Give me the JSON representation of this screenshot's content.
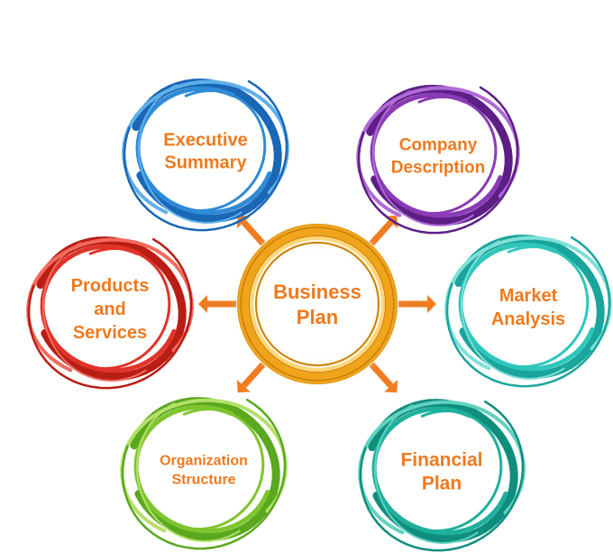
{
  "center": {
    "label_lines": [
      "Business",
      "Plan"
    ],
    "colors": [
      "#c97f06",
      "#f0a41b",
      "#ffd67a"
    ]
  },
  "label_color": "#ee7a1e",
  "arrow_color": "#f07c22",
  "nodes": [
    {
      "id": "executive-summary",
      "label_lines": [
        "Executive",
        "Summary"
      ],
      "colors": [
        "#1a67b6",
        "#2f8bd6",
        "#5fb0ea"
      ]
    },
    {
      "id": "company-description",
      "label_lines": [
        "Company",
        "Description"
      ],
      "colors": [
        "#5d1f86",
        "#8a3bb6",
        "#b06ad6"
      ]
    },
    {
      "id": "products-and-services",
      "label_lines": [
        "Products",
        "and",
        "Services"
      ],
      "colors": [
        "#b91d14",
        "#e0342a",
        "#f26a5e"
      ]
    },
    {
      "id": "market-analysis",
      "label_lines": [
        "Market",
        "Analysis"
      ],
      "colors": [
        "#1aa59c",
        "#2fc6bc",
        "#7fe0d8"
      ]
    },
    {
      "id": "organization-structure",
      "label_lines": [
        "Organization",
        "Structure"
      ],
      "colors": [
        "#5aa81e",
        "#7ec52e",
        "#b5e06a"
      ]
    },
    {
      "id": "financial-plan",
      "label_lines": [
        "Financial",
        "Plan"
      ],
      "colors": [
        "#0f8e7e",
        "#1fb09c",
        "#62d2c0"
      ]
    }
  ]
}
